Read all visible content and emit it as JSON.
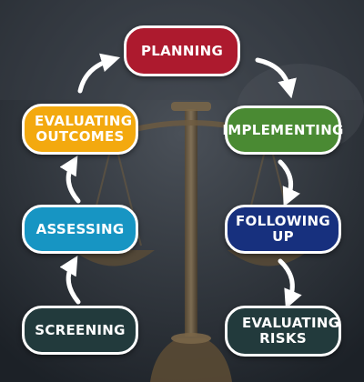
{
  "steps": {
    "planning": "PLANNING",
    "implementing": "IMPLEMENTING",
    "following_up": "FOLLOWING UP",
    "evaluating_risks": "EVALUATING RISKS",
    "screening": "SCREENING",
    "assessing": "ASSESSING",
    "evaluating_outcomes": "EVALUATING OUTCOMES"
  },
  "colors": {
    "planning": "#ad1a2e",
    "implementing": "#4a8a33",
    "following_up": "#17307e",
    "evaluating_risks": "#223a3c",
    "screening": "#223a3c",
    "assessing": "#1795c3",
    "evaluating_outcomes": "#f3a90f"
  },
  "icons": [
    "scales-of-justice-background",
    "arrow-icon"
  ]
}
